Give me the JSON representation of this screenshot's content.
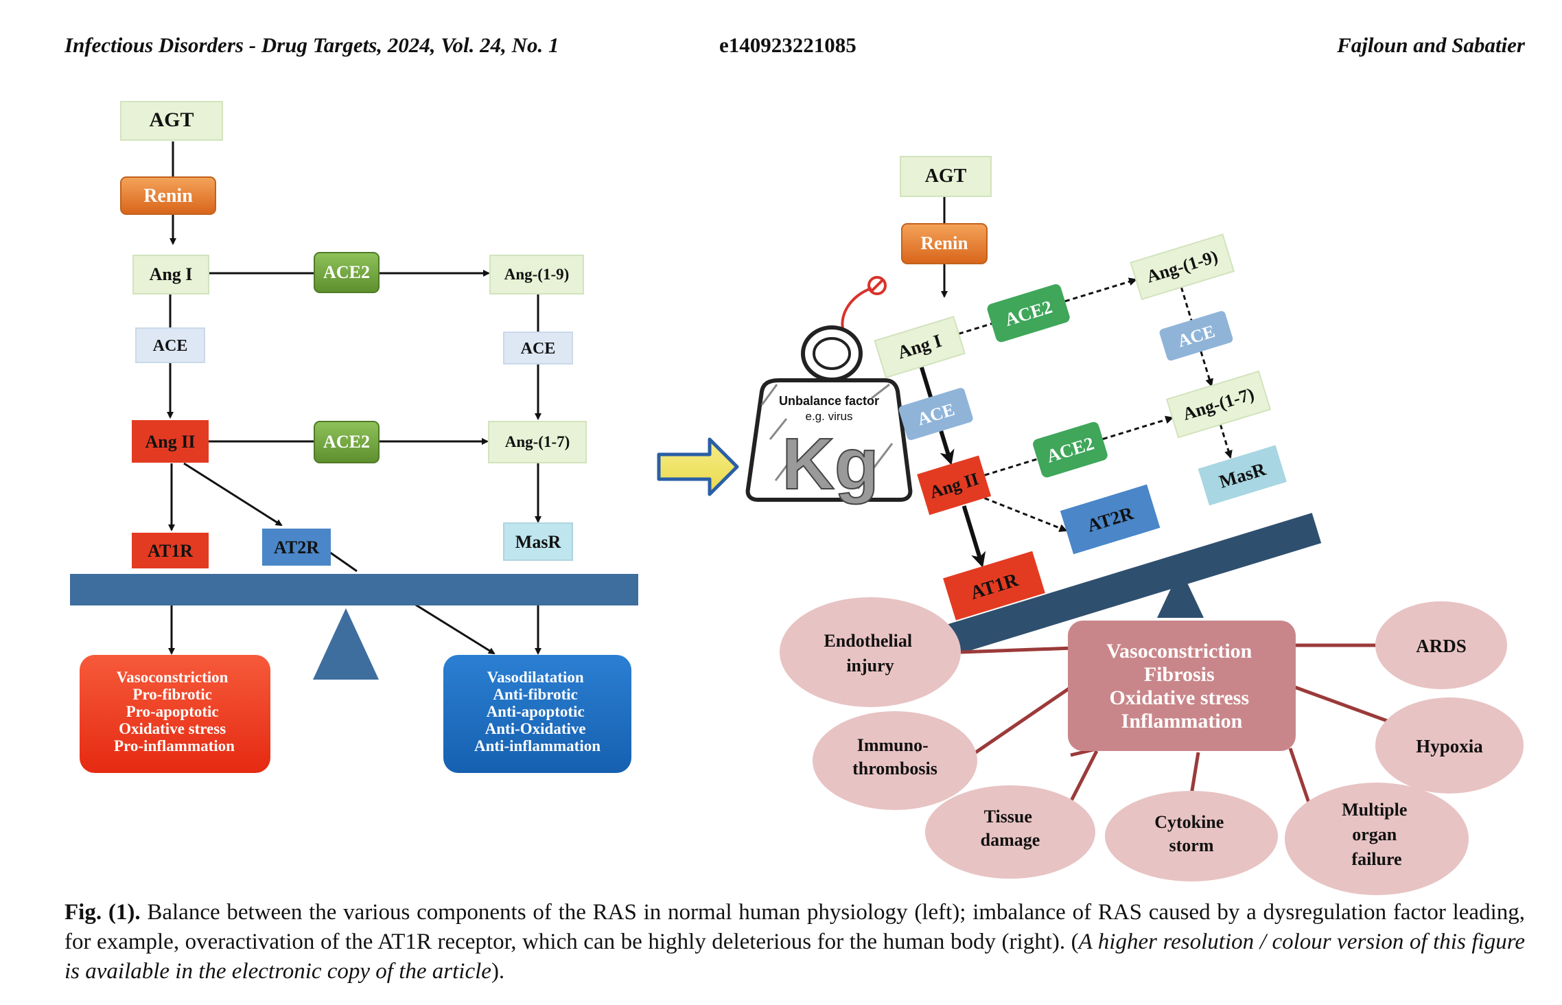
{
  "header": {
    "journal": "Infectious Disorders - Drug Targets, 2024,",
    "volume": "Vol. 24, No. 1",
    "article_id": "e140923221085",
    "authors": "Fajloun and Sabatier"
  },
  "left_diagram": {
    "agt": "AGT",
    "renin": "Renin",
    "ang1": "Ang I",
    "ace2_top": "ACE2",
    "ang19": "Ang-(1-9)",
    "ace_left": "ACE",
    "ace_right": "ACE",
    "ang2": "Ang II",
    "ace2_mid": "ACE2",
    "ang17": "Ang-(1-7)",
    "at1r": "AT1R",
    "at2r": "AT2R",
    "masr": "MasR",
    "harmful": [
      "Vasoconstriction",
      "Pro-fibrotic",
      "Pro-apoptotic",
      "Oxidative stress",
      "Pro-inflammation"
    ],
    "protective": [
      "Vasodilatation",
      "Anti-fibrotic",
      "Anti-apoptotic",
      "Anti-Oxidative",
      "Anti-inflammation"
    ],
    "colors": {
      "renin": "#e8782c",
      "ace2": "#6a9e3a",
      "ang2": "#e33b22",
      "at2r": "#4a86c8",
      "masr": "#bfe5ee",
      "beam": "#3e6e9e",
      "harmful_box": "#f03a1e",
      "protective_box": "#1f6dc0",
      "light_green": "#e6f2d4",
      "light_blue": "#dde8f4"
    }
  },
  "weight": {
    "line1": "Unbalance factor",
    "line2": "e.g. virus",
    "label": "Kg"
  },
  "right_diagram": {
    "agt": "AGT",
    "renin": "Renin",
    "ang1": "Ang I",
    "ace2_top": "ACE2",
    "ang19": "Ang-(1-9)",
    "ace_right": "ACE",
    "ace_left": "ACE",
    "ace2_mid": "ACE2",
    "ang17": "Ang-(1-7)",
    "masr": "MasR",
    "ang2": "Ang II",
    "at2r": "AT2R",
    "at1r": "AT1R",
    "center_box": [
      "Vasoconstriction",
      "Fibrosis",
      "Oxidative stress",
      "Inflammation"
    ],
    "effects": {
      "endothelial": [
        "Endothelial",
        "injury"
      ],
      "immuno": [
        "Immuno-",
        "thrombosis"
      ],
      "tissue": [
        "Tissue",
        "damage"
      ],
      "cytokine": [
        "Cytokine",
        "storm"
      ],
      "multiple": [
        "Multiple",
        "organ",
        "failure"
      ],
      "ards": [
        "ARDS"
      ],
      "hypoxia": [
        "Hypoxia"
      ]
    },
    "colors": {
      "ellipse": "#e8c3c3",
      "center_box": "#c9868a",
      "connector": "#9b3a3a",
      "beam": "#2f4f6e",
      "ace2": "#3fa65a",
      "ace": "#8fb4d8",
      "at2r": "#4a86c8",
      "masr": "#a8d6e2"
    }
  },
  "caption": {
    "label": "Fig. (1).",
    "text": " Balance between the various components of the RAS in normal human physiology (left); imbalance of RAS caused by a dysregulation factor leading, for example, overactivation of the AT1R receptor, which can be highly deleterious for the human body (right). (",
    "italic": "A higher resolution / colour version of this figure is available in the electronic copy of the article",
    "end": ")."
  }
}
